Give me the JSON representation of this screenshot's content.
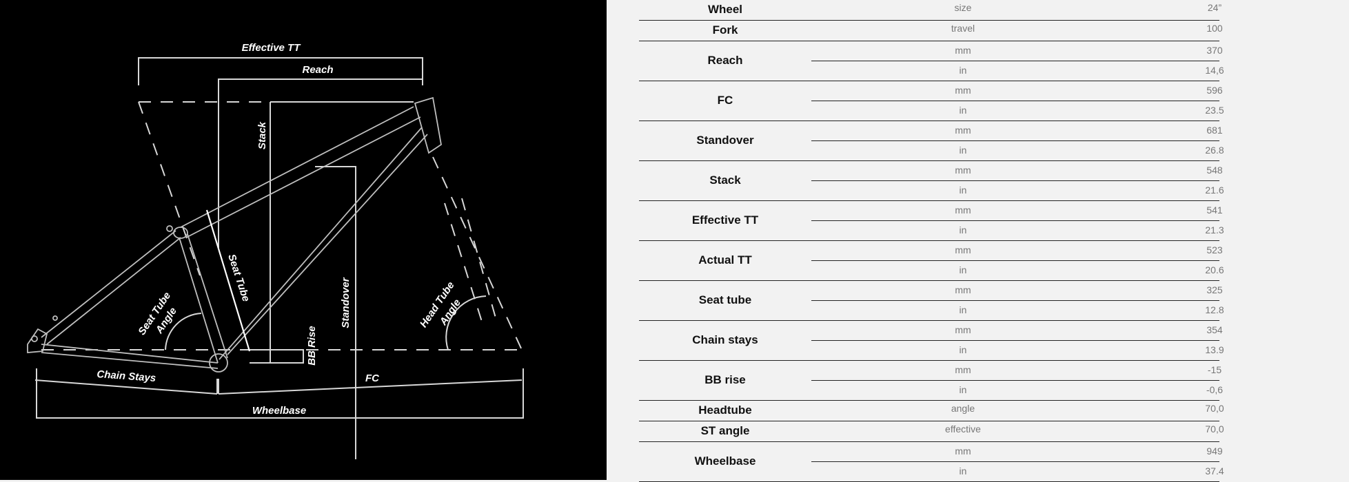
{
  "diagram": {
    "labels": {
      "effective_tt": "Effective TT",
      "reach": "Reach",
      "stack": "Stack",
      "seat_tube": "Seat Tube",
      "standover": "Standover",
      "head_tube_angle_1": "Head Tube",
      "head_tube_angle_2": "Angle",
      "seat_tube_angle_1": "Seat Tube",
      "seat_tube_angle_2": "Angle",
      "bb_rise": "BB Rise",
      "chain_stays": "Chain Stays",
      "fc": "FC",
      "wheelbase": "Wheelbase"
    }
  },
  "geometry_table": {
    "rows": [
      {
        "label": "Wheel",
        "sub": [
          {
            "unit": "size",
            "value": "24”"
          }
        ]
      },
      {
        "label": "Fork",
        "sub": [
          {
            "unit": "travel",
            "value": "100"
          }
        ]
      },
      {
        "label": "Reach",
        "sub": [
          {
            "unit": "mm",
            "value": "370"
          },
          {
            "unit": "in",
            "value": "14,6"
          }
        ]
      },
      {
        "label": "FC",
        "sub": [
          {
            "unit": "mm",
            "value": "596"
          },
          {
            "unit": "in",
            "value": "23.5"
          }
        ]
      },
      {
        "label": "Standover",
        "sub": [
          {
            "unit": "mm",
            "value": "681"
          },
          {
            "unit": "in",
            "value": "26.8"
          }
        ]
      },
      {
        "label": "Stack",
        "sub": [
          {
            "unit": "mm",
            "value": "548"
          },
          {
            "unit": "in",
            "value": "21.6"
          }
        ]
      },
      {
        "label": "Effective TT",
        "sub": [
          {
            "unit": "mm",
            "value": "541"
          },
          {
            "unit": "in",
            "value": "21.3"
          }
        ]
      },
      {
        "label": "Actual TT",
        "sub": [
          {
            "unit": "mm",
            "value": "523"
          },
          {
            "unit": "in",
            "value": "20.6"
          }
        ]
      },
      {
        "label": "Seat tube",
        "sub": [
          {
            "unit": "mm",
            "value": "325"
          },
          {
            "unit": "in",
            "value": "12.8"
          }
        ]
      },
      {
        "label": "Chain stays",
        "sub": [
          {
            "unit": "mm",
            "value": "354"
          },
          {
            "unit": "in",
            "value": "13.9"
          }
        ]
      },
      {
        "label": "BB rise",
        "sub": [
          {
            "unit": "mm",
            "value": "-15"
          },
          {
            "unit": "in",
            "value": "-0,6"
          }
        ]
      },
      {
        "label": "Headtube",
        "sub": [
          {
            "unit": "angle",
            "value": "70,0"
          }
        ]
      },
      {
        "label": "ST angle",
        "sub": [
          {
            "unit": "effective",
            "value": "70,0"
          }
        ]
      },
      {
        "label": "Wheelbase",
        "sub": [
          {
            "unit": "mm",
            "value": "949"
          },
          {
            "unit": "in",
            "value": "37.4"
          }
        ]
      }
    ]
  }
}
